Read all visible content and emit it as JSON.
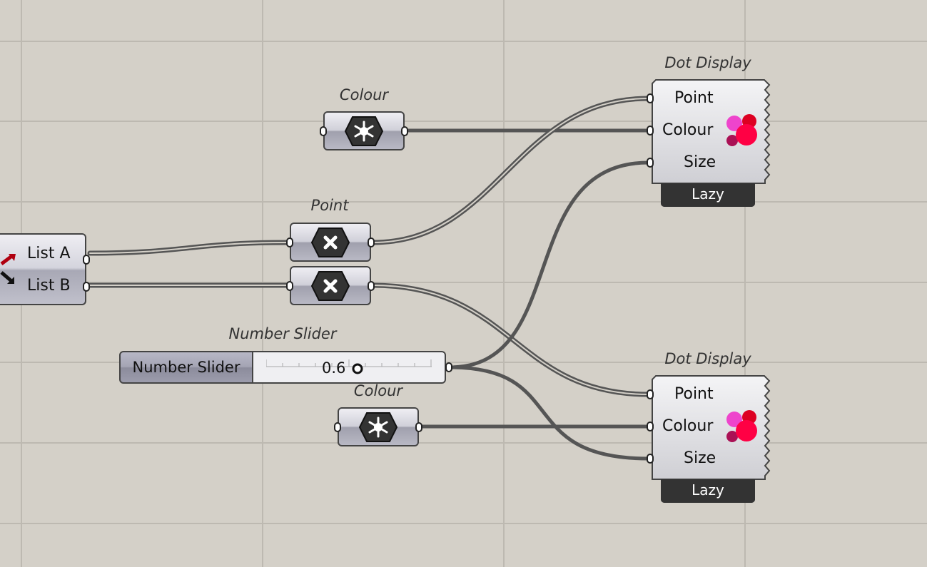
{
  "canvas": {
    "background": "#d4d0c8"
  },
  "colour_param_top": {
    "label": "Colour"
  },
  "colour_param_bottom": {
    "label": "Colour"
  },
  "point_param": {
    "label": "Point"
  },
  "list_node": {
    "port_a": "List A",
    "port_b": "List B"
  },
  "number_slider": {
    "label": "Number Slider",
    "name": "Number Slider",
    "value": "0.6"
  },
  "dot_display_top": {
    "title": "Dot Display",
    "ports": [
      "Point",
      "Colour",
      "Size"
    ],
    "footer": "Lazy"
  },
  "dot_display_bottom": {
    "title": "Dot Display",
    "ports": [
      "Point",
      "Colour",
      "Size"
    ],
    "footer": "Lazy"
  },
  "colors": {
    "wire": "#555555",
    "dot_pink": "#ee44cc",
    "dot_red": "#dd0022",
    "dot_crimson": "#ff0044",
    "dot_dark": "#aa1155"
  },
  "icons": [
    "colour-swatch-icon",
    "point-x-icon",
    "list-arrows-icon",
    "dots-preview-icon"
  ]
}
